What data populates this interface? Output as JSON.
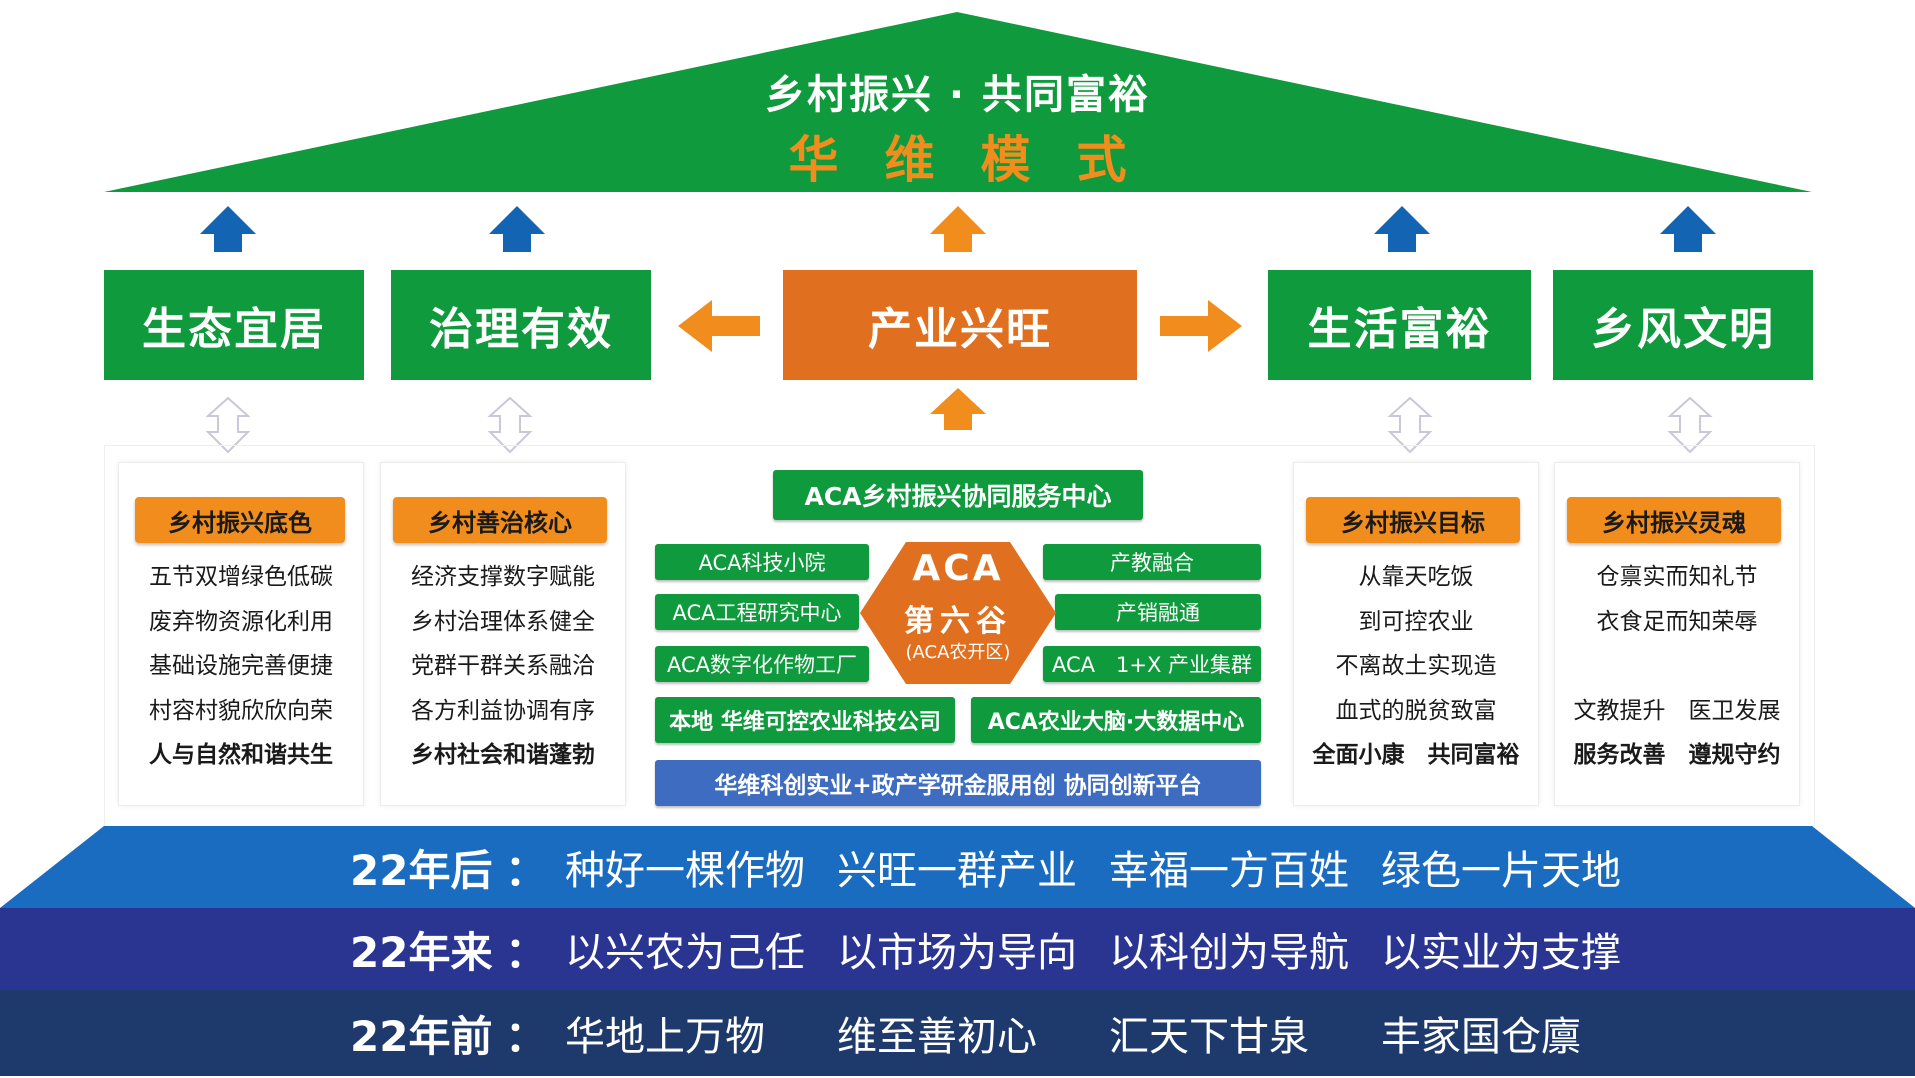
{
  "roof": {
    "title": "乡村振兴 · 共同富裕",
    "subtitle": "华维模式"
  },
  "pillars": [
    "生态宜居",
    "治理有效",
    "产业兴旺",
    "生活富裕",
    "乡风文明"
  ],
  "panels": {
    "left1": {
      "tag": "乡村振兴底色",
      "lines": [
        "五节双增绿色低碳",
        "废弃物资源化利用",
        "基础设施完善便捷",
        "村容村貌欣欣向荣"
      ],
      "bold": "人与自然和谐共生"
    },
    "left2": {
      "tag": "乡村善治核心",
      "lines": [
        "经济支撑数字赋能",
        "乡村治理体系健全",
        "党群干群关系融洽",
        "各方利益协调有序"
      ],
      "bold": "乡村社会和谐蓬勃"
    },
    "right1": {
      "tag": "乡村振兴目标",
      "lines": [
        "从靠天吃饭",
        "到可控农业",
        "不离故土实现造",
        "血式的脱贫致富"
      ],
      "bold": "全面小康　共同富裕"
    },
    "right2": {
      "tag": "乡村振兴灵魂",
      "lines": [
        "仓禀实而知礼节",
        "衣食足而知荣辱",
        "",
        "文教提升　医卫发展"
      ],
      "bold": "服务改善　遵规守约"
    }
  },
  "center": {
    "top": "ACA乡村振兴协同服务中心",
    "left": [
      "ACA科技小院",
      "ACA工程研究中心",
      "ACA数字化作物工厂"
    ],
    "right": [
      "产教融合",
      "产销融通",
      "ACA　1+X 产业集群"
    ],
    "hex": {
      "line1": "ACA",
      "line2": "第六谷",
      "line3": "(ACA农开区)"
    },
    "bottom_left": "本地 华维可控农业科技公司",
    "bottom_right": "ACA农业大脑·大数据中心",
    "platform": "华维科创实业+政产学研金服用创 协同创新平台"
  },
  "bands": [
    {
      "year": "22年后",
      "colon": "：",
      "items": [
        "种好一棵作物",
        "兴旺一群产业",
        "幸福一方百姓",
        "绿色一片天地"
      ]
    },
    {
      "year": "22年来",
      "colon": "：",
      "items": [
        "以兴农为己任",
        "以市场为导向",
        "以科创为导航",
        "以实业为支撑"
      ]
    },
    {
      "year": "22年前",
      "colon": "：",
      "items": [
        "华地上万物",
        "维至善初心",
        "汇天下甘泉",
        "丰家国仓廪"
      ]
    }
  ],
  "colors": {
    "green": "#0f9a3d",
    "orange": "#e07020",
    "tag_orange": "#f18d1c",
    "blue_arrow": "#1464b4",
    "band_top": "#1a6cc0",
    "band_mid": "#2a3592",
    "band_bottom": "#1e3a6c",
    "platform_blue": "#3e6cc0"
  }
}
